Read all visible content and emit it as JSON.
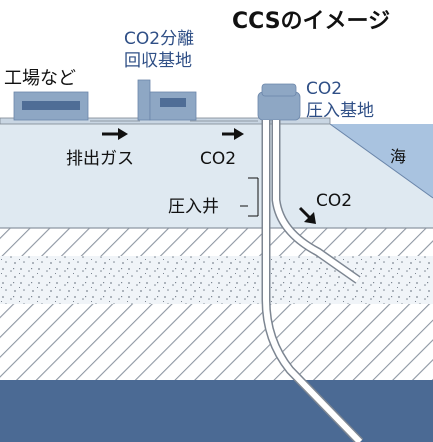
{
  "title": "CCSのイメージ",
  "labels": {
    "factory": "工場など",
    "separation_base_line1": "CO2分離",
    "separation_base_line2": "回収基地",
    "injection_base_line1": "CO2",
    "injection_base_line2": "圧入基地",
    "sea": "海",
    "exhaust_gas": "排出ガス",
    "co2_flow": "CO2",
    "injection_well": "圧入井",
    "co2_injected": "CO2"
  },
  "colors": {
    "ground": "#dfe9f1",
    "hatch": "#8e97a3",
    "sand_bg": "#f0f4f8",
    "sand_dot": "#7d8692",
    "deep_rock": "#4b6a94",
    "sea": "#a9c3e0",
    "building": "#8ea7c4",
    "building_dark": "#4f6d96",
    "well": "#ffffff",
    "well_outline": "#7d8692",
    "arrow": "#111111",
    "label_blue": "#2f4f86"
  }
}
